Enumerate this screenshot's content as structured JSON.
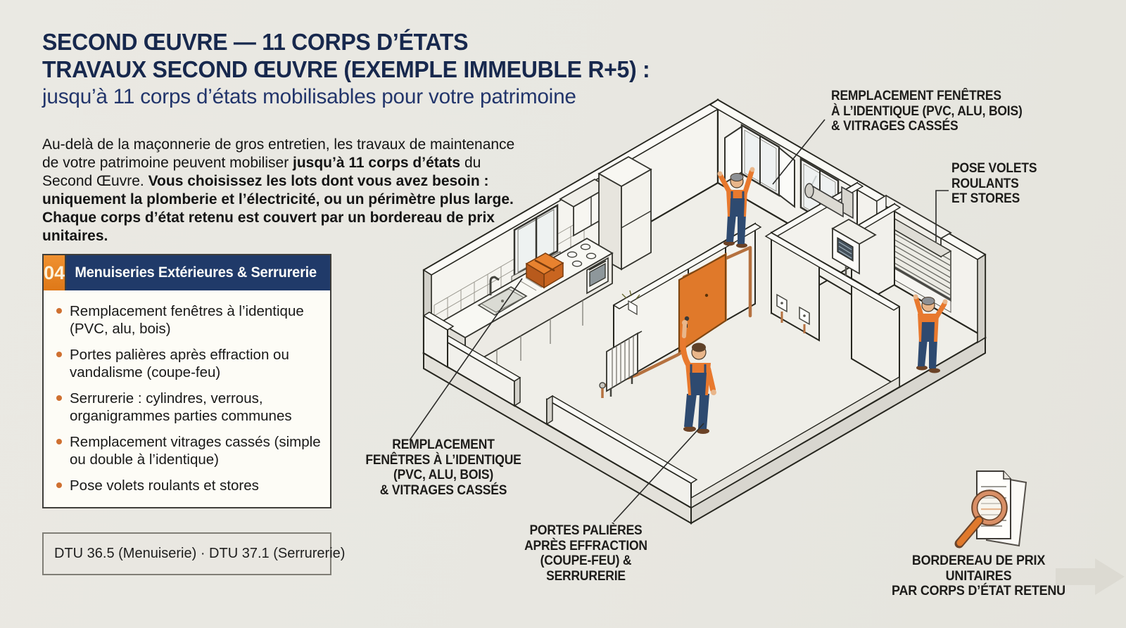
{
  "title": {
    "line1": "SECOND ŒUVRE — 11 CORPS D’ÉTATS",
    "line2": "TRAVAUX SECOND ŒUVRE (EXEMPLE IMMEUBLE R+5) :",
    "line3": "jusqu’à 11 corps d’états mobilisables pour votre patrimoine"
  },
  "intro": {
    "segments": [
      {
        "text": "Au-delà de la maçonnerie de gros entretien, les travaux de maintenance de votre patrimoine peuvent mobiliser ",
        "bold": false
      },
      {
        "text": "jusqu’à 11 corps d’états",
        "bold": true
      },
      {
        "text": " du Second Œuvre. ",
        "bold": false
      },
      {
        "text": "Vous choisissez les lots dont vous avez besoin : uniquement la plomberie et l’électricité, ou un périmètre plus large. Chaque corps d’état retenu est couvert par un bordereau de prix unitaires.",
        "bold": true
      }
    ]
  },
  "card": {
    "number": "04",
    "title": "Menuiseries Extérieures & Serrurerie",
    "items": [
      "Remplacement fenêtres à l’identique (PVC, alu, bois)",
      "Portes palières après effraction ou vandalisme (coupe-feu)",
      "Serrurerie : cylindres, verrous, organigrammes parties communes",
      "Remplacement vitrages cassés (simple ou double à l’identique)",
      "Pose volets roulants et stores"
    ]
  },
  "footnote": "DTU 36.5 (Menuiserie) · DTU 37.1 (Serrurerie)",
  "diagram": {
    "labels": {
      "windows_top": [
        "REMPLACEMENT FENÊTRES",
        "À L’IDENTIQUE (PVC, ALU, BOIS)",
        "& VITRAGES CASSÉS"
      ],
      "shutters": [
        "POSE VOLETS",
        "ROULANTS",
        "ET STORES"
      ],
      "windows_bottom": [
        "REMPLACEMENT",
        "FENÊTRES À L’IDENTIQUE",
        "(PVC, ALU, BOIS)",
        "& VITRAGES CASSÉS"
      ],
      "doors": [
        "PORTES PALIÈRES",
        "APRÈS EFFRACTION",
        "(COUPE-FEU) & SERRURERIE"
      ],
      "bordereau": [
        "BORDEREAU DE PRIX UNITAIRES",
        "PAR CORPS D’ÉTAT RETENU"
      ]
    },
    "icons": [
      "magnifier-icon",
      "documents-icon",
      "arrow-right-icon"
    ]
  },
  "colors": {
    "accent_orange": "#e8831f",
    "navy": "#203a69",
    "title_navy": "#17284d",
    "copper_pipe": "#b5713f",
    "background": "#e9e8e2"
  }
}
